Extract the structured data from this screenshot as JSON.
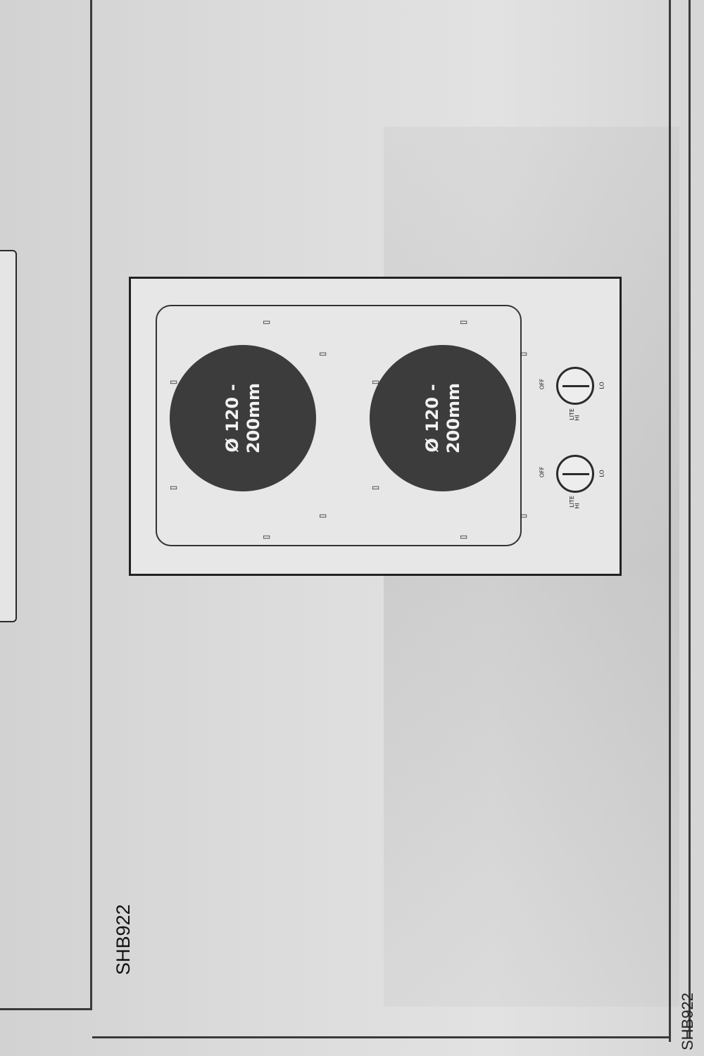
{
  "page": {
    "model_label": "SHB922",
    "model_label_bottom": "SHB922"
  },
  "hob": {
    "zones": [
      {
        "label": "Ø 120 -\n200mm"
      },
      {
        "label": "Ø 120 -\n200mm"
      }
    ],
    "knobs": [
      {
        "off": "OFF",
        "lite": "LITE",
        "lo": "LO",
        "hi": "HI"
      },
      {
        "off": "OFF",
        "lite": "LITE",
        "lo": "LO",
        "hi": "HI"
      }
    ]
  }
}
